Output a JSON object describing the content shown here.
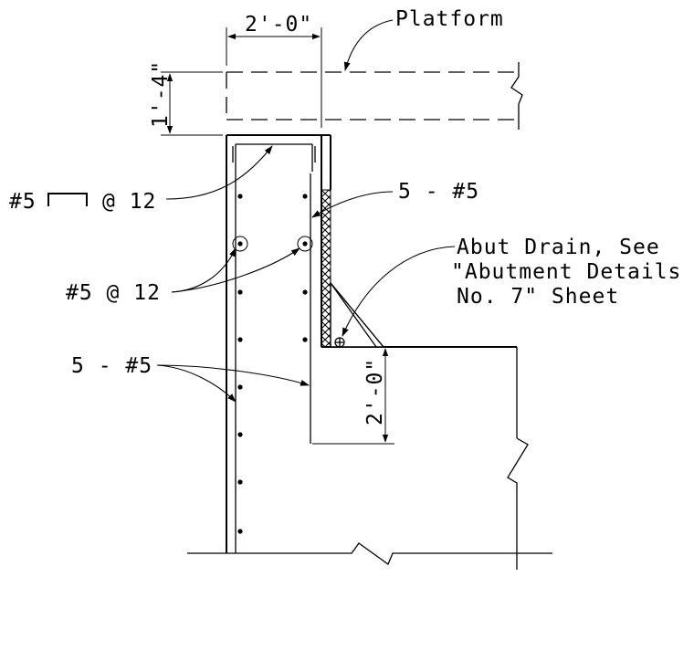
{
  "labels": {
    "platform": "Platform",
    "dim_top_width": "2'-0\"",
    "dim_platform_depth": "1'-4\"",
    "dim_ledge_drop": "2'-0\"",
    "bar_hook_prefix": "#5",
    "bar_hook_suffix": "@ 12",
    "bar_spacing": "#5 @ 12",
    "bars_back": "5 - #5",
    "bars_front": "5 - #5",
    "drain_line1": "Abut Drain, See",
    "drain_line2": "\"Abutment Details",
    "drain_line3": "No. 7\" Sheet"
  }
}
